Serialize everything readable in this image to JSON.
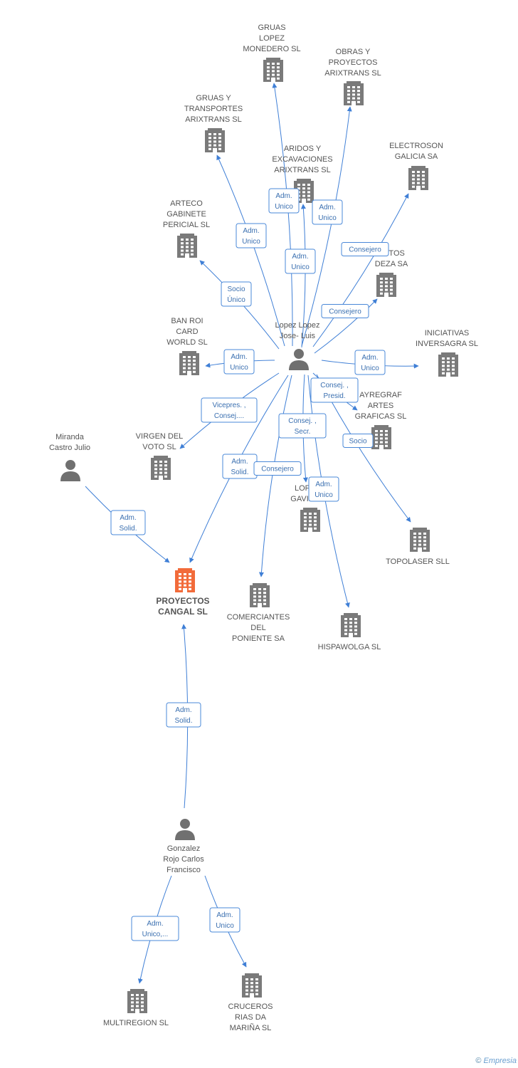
{
  "colors": {
    "edge": "#3f7fd6",
    "label_border": "#4a88d8",
    "label_text": "#3a6fb0",
    "building": "#7a7a7a",
    "person": "#707070",
    "focus": "#f26b3a",
    "text": "#555555"
  },
  "nodes": {
    "gruas_lopez": {
      "type": "company",
      "label": [
        "GRUAS",
        "LOPEZ",
        "MONEDERO SL"
      ]
    },
    "obras": {
      "type": "company",
      "label": [
        "OBRAS Y",
        "PROYECTOS",
        "ARIXTRANS SL"
      ]
    },
    "gruas_transportes": {
      "type": "company",
      "label": [
        "GRUAS Y",
        "TRANSPORTES",
        "ARIXTRANS SL"
      ]
    },
    "aridos": {
      "type": "company",
      "label": [
        "ARIDOS Y",
        "EXCAVACIONES",
        "ARIXTRANS SL"
      ]
    },
    "electroson": {
      "type": "company",
      "label": [
        "ELECTROSON",
        "GALICIA SA"
      ]
    },
    "arteco": {
      "type": "company",
      "label": [
        "ARTECO",
        "GABINETE",
        "PERICIAL SL"
      ]
    },
    "deza": {
      "type": "company",
      "label": [
        "ENTOS",
        "DEZA SA"
      ]
    },
    "banroi": {
      "type": "company",
      "label": [
        "BAN ROI",
        "CARD",
        "WORLD SL"
      ]
    },
    "iniciativas": {
      "type": "company",
      "label": [
        "INICIATIVAS",
        "INVERSAGRA SL"
      ]
    },
    "ayregraf": {
      "type": "company",
      "label": [
        "AYREGRAF",
        "ARTES",
        "GRAFICAS SL"
      ]
    },
    "virgen": {
      "type": "company",
      "label": [
        "VIRGEN DEL",
        "VOTO SL"
      ]
    },
    "lopez_gavin": {
      "type": "company",
      "label": [
        "LOP",
        "GAVIN"
      ]
    },
    "topolaser": {
      "type": "company",
      "label": [
        "TOPOLASER SLL"
      ]
    },
    "proyectos": {
      "type": "focus",
      "label": [
        "PROYECTOS",
        "CANGAL SL"
      ]
    },
    "comerciantes": {
      "type": "company",
      "label": [
        "COMERCIANTES",
        "DEL",
        "PONIENTE SA"
      ]
    },
    "hispawolga": {
      "type": "company",
      "label": [
        "HISPAWOLGA SL"
      ]
    },
    "multiregion": {
      "type": "company",
      "label": [
        "MULTIREGION SL"
      ]
    },
    "cruceros": {
      "type": "company",
      "label": [
        "CRUCEROS",
        "RIAS DA",
        "MARIÑA SL"
      ]
    },
    "lopez_jose": {
      "type": "person",
      "label": [
        "Lopez Lopez",
        "Jose-  Luis"
      ]
    },
    "miranda": {
      "type": "person",
      "label": [
        "Miranda",
        "Castro Julio"
      ]
    },
    "gonzalez": {
      "type": "person",
      "label": [
        "Gonzalez",
        "Rojo Carlos",
        "Francisco"
      ]
    }
  },
  "edges": [
    {
      "from": "lopez_jose",
      "to": "gruas_lopez",
      "label": [
        "Adm.",
        "Unico"
      ]
    },
    {
      "from": "lopez_jose",
      "to": "obras",
      "label": [
        "Adm.",
        "Unico"
      ]
    },
    {
      "from": "lopez_jose",
      "to": "gruas_transportes",
      "label": [
        "Adm.",
        "Unico"
      ]
    },
    {
      "from": "lopez_jose",
      "to": "aridos",
      "label": [
        "Adm.",
        "Unico"
      ]
    },
    {
      "from": "lopez_jose",
      "to": "electroson",
      "label": [
        "Consejero"
      ]
    },
    {
      "from": "lopez_jose",
      "to": "arteco",
      "label": [
        "Socio",
        "Único"
      ]
    },
    {
      "from": "lopez_jose",
      "to": "deza",
      "label": [
        "Consejero"
      ]
    },
    {
      "from": "lopez_jose",
      "to": "banroi",
      "label": [
        "Adm.",
        "Unico"
      ]
    },
    {
      "from": "lopez_jose",
      "to": "iniciativas",
      "label": [
        "Adm.",
        "Unico"
      ]
    },
    {
      "from": "lopez_jose",
      "to": "ayregraf",
      "label": [
        "Consej. ,",
        "Presid."
      ]
    },
    {
      "from": "lopez_jose",
      "to": "virgen",
      "label": [
        "Vicepres. ,",
        "Consej...."
      ]
    },
    {
      "from": "lopez_jose",
      "to": "lopez_gavin",
      "label": [
        "Consej. ,",
        "Secr."
      ]
    },
    {
      "from": "lopez_jose",
      "to": "topolaser",
      "label": [
        "Socio"
      ]
    },
    {
      "from": "lopez_jose",
      "to": "proyectos",
      "label": [
        "Adm.",
        "Solid."
      ]
    },
    {
      "from": "lopez_jose",
      "to": "comerciantes",
      "label": [
        "Consejero"
      ]
    },
    {
      "from": "lopez_jose",
      "to": "hispawolga",
      "label": [
        "Adm.",
        "Unico"
      ]
    },
    {
      "from": "miranda",
      "to": "proyectos",
      "label": [
        "Adm.",
        "Solid."
      ]
    },
    {
      "from": "gonzalez",
      "to": "proyectos",
      "label": [
        "Adm.",
        "Solid."
      ]
    },
    {
      "from": "gonzalez",
      "to": "multiregion",
      "label": [
        "Adm.",
        "Unico,..."
      ]
    },
    {
      "from": "gonzalez",
      "to": "cruceros",
      "label": [
        "Adm.",
        "Unico"
      ]
    }
  ],
  "credit": {
    "symbol": "©",
    "brand": "Empresia"
  }
}
